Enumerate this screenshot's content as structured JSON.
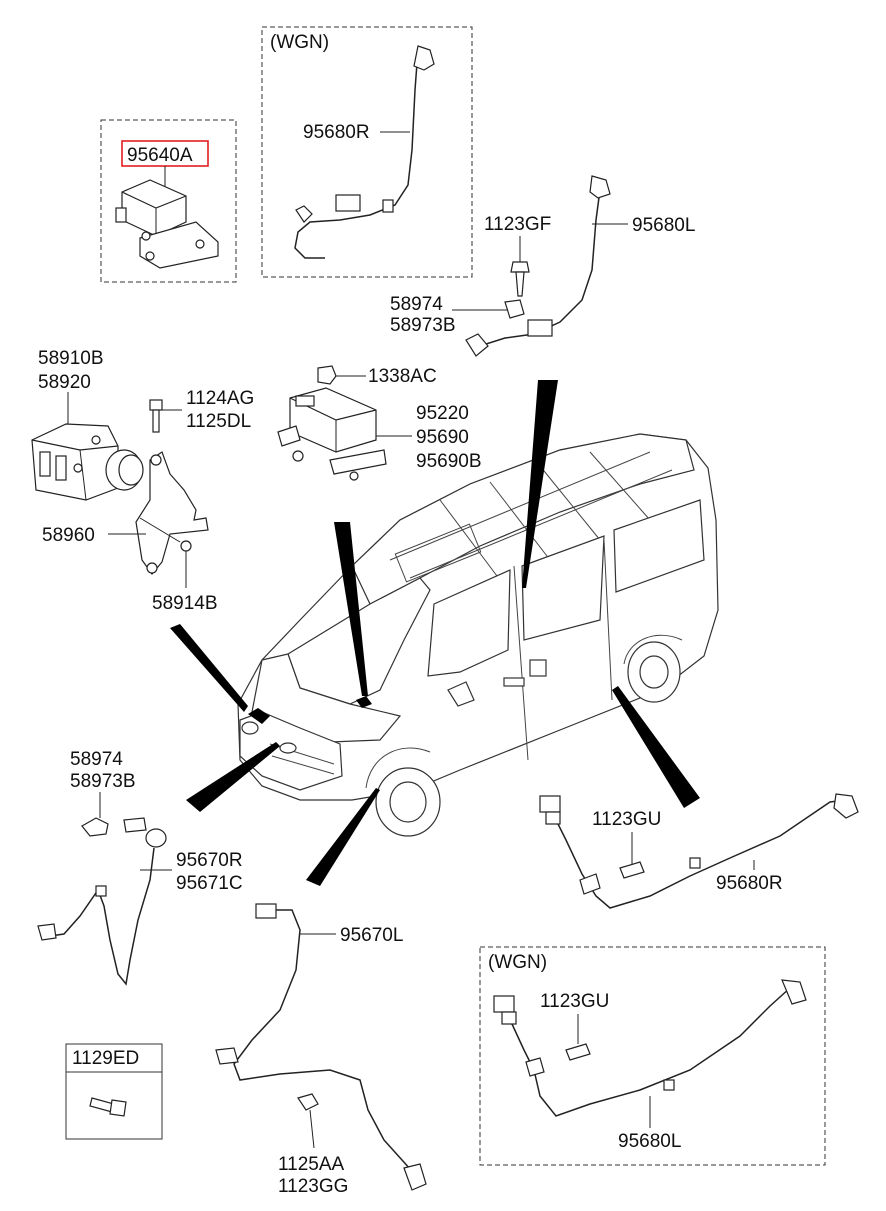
{
  "labels": {
    "ecu_box_part": "95640A",
    "wgn_top": "(WGN)",
    "sensor_top_r": "95680R",
    "bolt_1123gf": "1123GF",
    "sensor_top_l": "95680L",
    "bracket_58974_top": "58974",
    "bracket_58973b_top": "58973B",
    "hecu_58910b": "58910B",
    "hecu_58920": "58920",
    "bolt_1124ag": "1124AG",
    "bolt_1125dl": "1125DL",
    "nut_1338ac": "1338AC",
    "module_95220": "95220",
    "module_95690": "95690",
    "module_95690b": "95690B",
    "bracket_58960": "58960",
    "bolt_58914b": "58914B",
    "bracket_58974_bot": "58974",
    "bracket_58973b_bot": "58973B",
    "sensor_95670r": "95670R",
    "sensor_95671c": "95671C",
    "bolt_1123gu_mid": "1123GU",
    "sensor_95680r_mid": "95680R",
    "sensor_95670l": "95670L",
    "wgn_bottom": "(WGN)",
    "bolt_1123gu_bot": "1123GU",
    "sensor_95680l_bot": "95680L",
    "bolt_1129ed": "1129ED",
    "bolt_1125aa": "1125AA",
    "bolt_1123gg": "1123GG"
  },
  "colors": {
    "highlight": "#e02020",
    "line": "#222222",
    "pointer": "#000000"
  }
}
